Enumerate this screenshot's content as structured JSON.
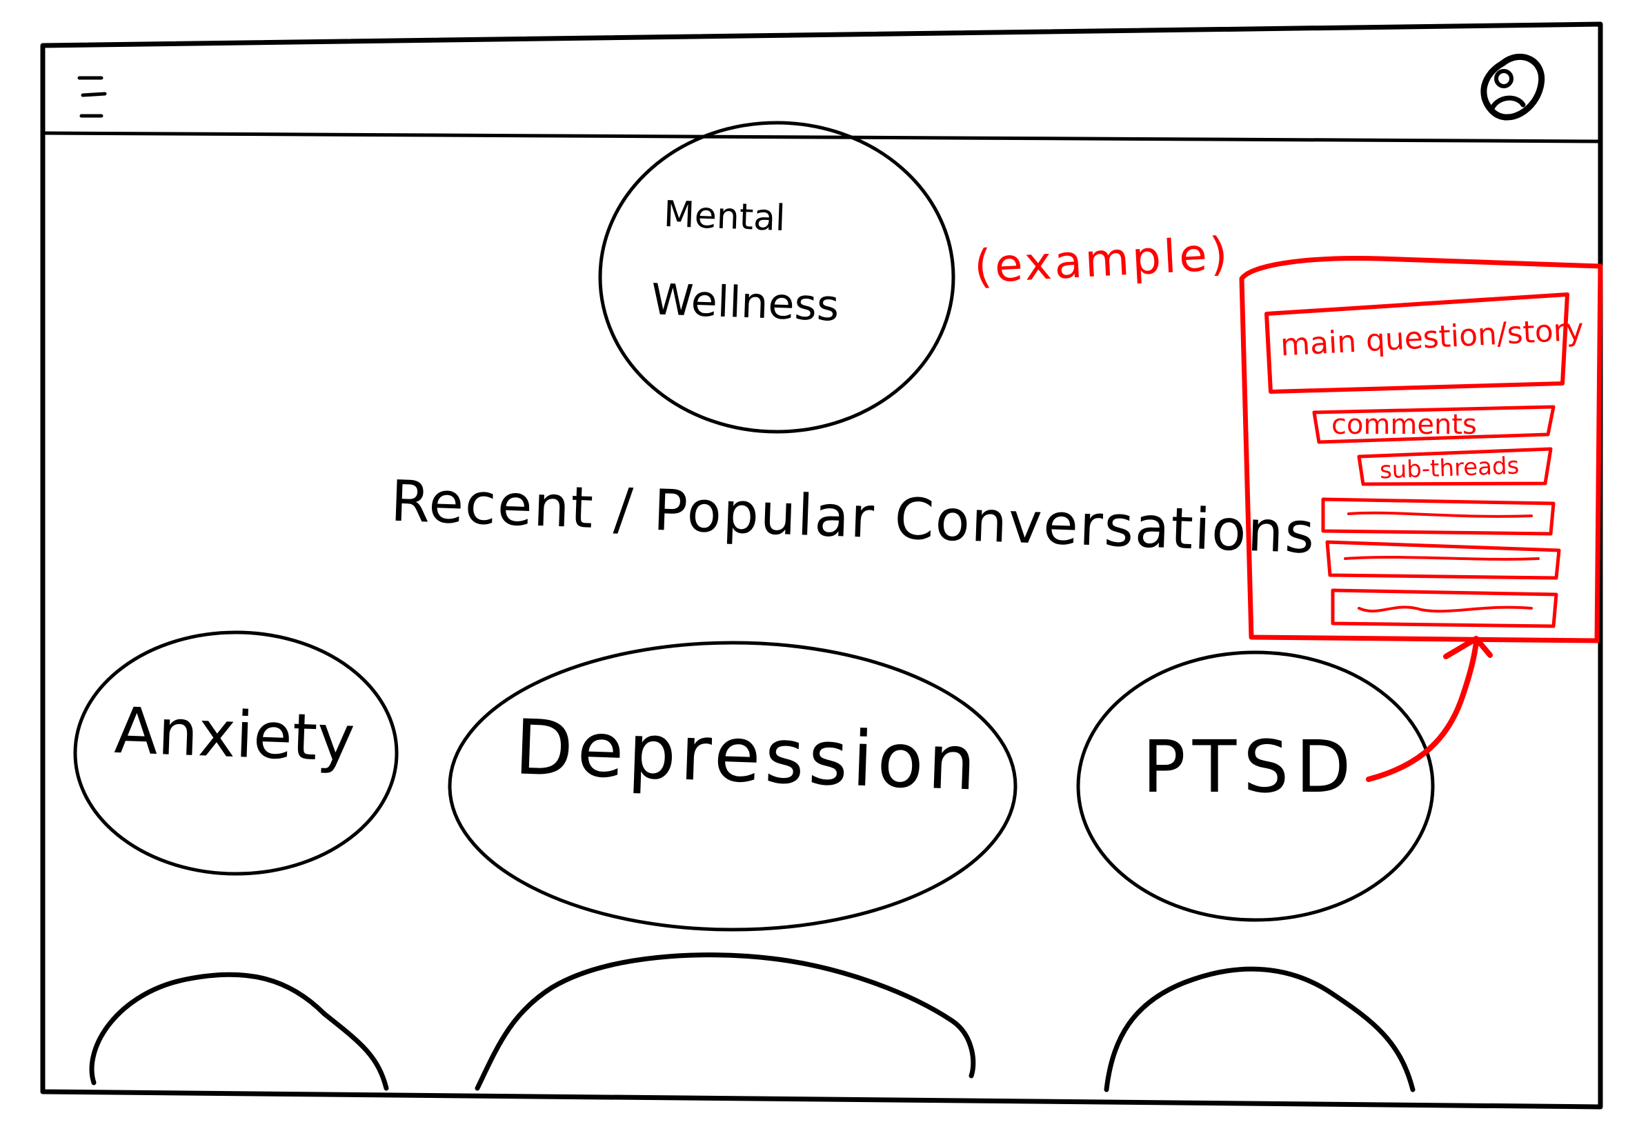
{
  "header": {
    "menu_icon": "hamburger-menu-icon",
    "profile_icon": "user-avatar-icon"
  },
  "hero": {
    "line1": "Mental",
    "line2": "Wellness"
  },
  "section": {
    "title": "Recent / Popular Conversations"
  },
  "topics": [
    {
      "label": "Anxiety"
    },
    {
      "label": "Depression"
    },
    {
      "label": "PTSD"
    }
  ],
  "example_panel": {
    "caption": "(example)",
    "main_label": "main question/story",
    "comments_label": "comments",
    "subthreads_label": "sub-threads"
  },
  "colors": {
    "ink": "#000000",
    "annotation": "#ff0000",
    "background": "#ffffff"
  }
}
